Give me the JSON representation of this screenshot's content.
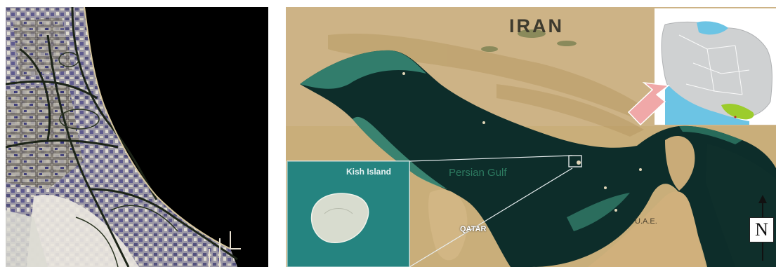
{
  "map": {
    "labels": {
      "country_top": "IRAN",
      "gulf": "Persian Gulf",
      "qatar": "QATAR",
      "uae": "U.A.E.",
      "kish_inset": "Kish Island"
    },
    "north_arrow": "N"
  },
  "colors": {
    "sea": "#0a2a24",
    "desert": "#c8ac78",
    "inset_sea": "#2a8a86",
    "iran_map_gray": "#cfd1d2",
    "highlight_green": "#9ccc2c",
    "water_blue": "#6cc4e4",
    "pointer_arrow": "#f0a8a8"
  }
}
